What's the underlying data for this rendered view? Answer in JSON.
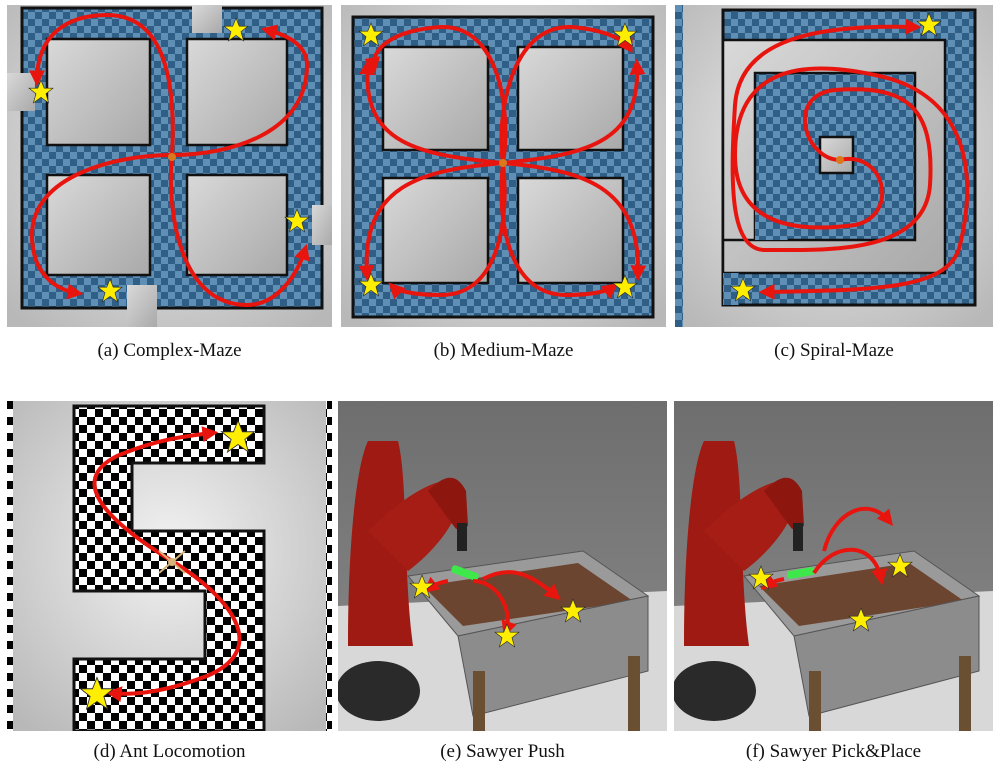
{
  "figure": {
    "panels": [
      {
        "id": "a",
        "label": "(a)",
        "name": "Complex-Maze",
        "kind": "maze-overhead"
      },
      {
        "id": "b",
        "label": "(b)",
        "name": "Medium-Maze",
        "kind": "maze-overhead"
      },
      {
        "id": "c",
        "label": "(c)",
        "name": "Spiral-Maze",
        "kind": "maze-overhead"
      },
      {
        "id": "d",
        "label": "(d)",
        "name": "Ant Locomotion",
        "kind": "checkerboard-s-track"
      },
      {
        "id": "e",
        "label": "(e)",
        "name": "Sawyer Push",
        "kind": "robot-arm-scene"
      },
      {
        "id": "f",
        "label": "(f)",
        "name": "Sawyer Pick&Place",
        "kind": "robot-arm-scene"
      }
    ],
    "captions": {
      "a": "(a) Complex-Maze",
      "b": "(b) Medium-Maze",
      "c": "(c) Spiral-Maze",
      "d": "(d) Ant Locomotion",
      "e": "(e) Sawyer Push",
      "f": "(f) Sawyer Pick&Place"
    },
    "colors": {
      "floor_dark": "#2f5f86",
      "floor_light": "#5f8fb5",
      "wall": "#c4c4c4",
      "wall_border": "#111111",
      "arrow": "#e8150f",
      "star": "#ffee00",
      "robot": "#9e1a12",
      "table_wood": "#6b4530",
      "sky_gray": "#7f7f7f"
    },
    "markers": {
      "goal": "star-icon",
      "trajectory": "red-arrow",
      "agent": "agent-dot"
    }
  }
}
